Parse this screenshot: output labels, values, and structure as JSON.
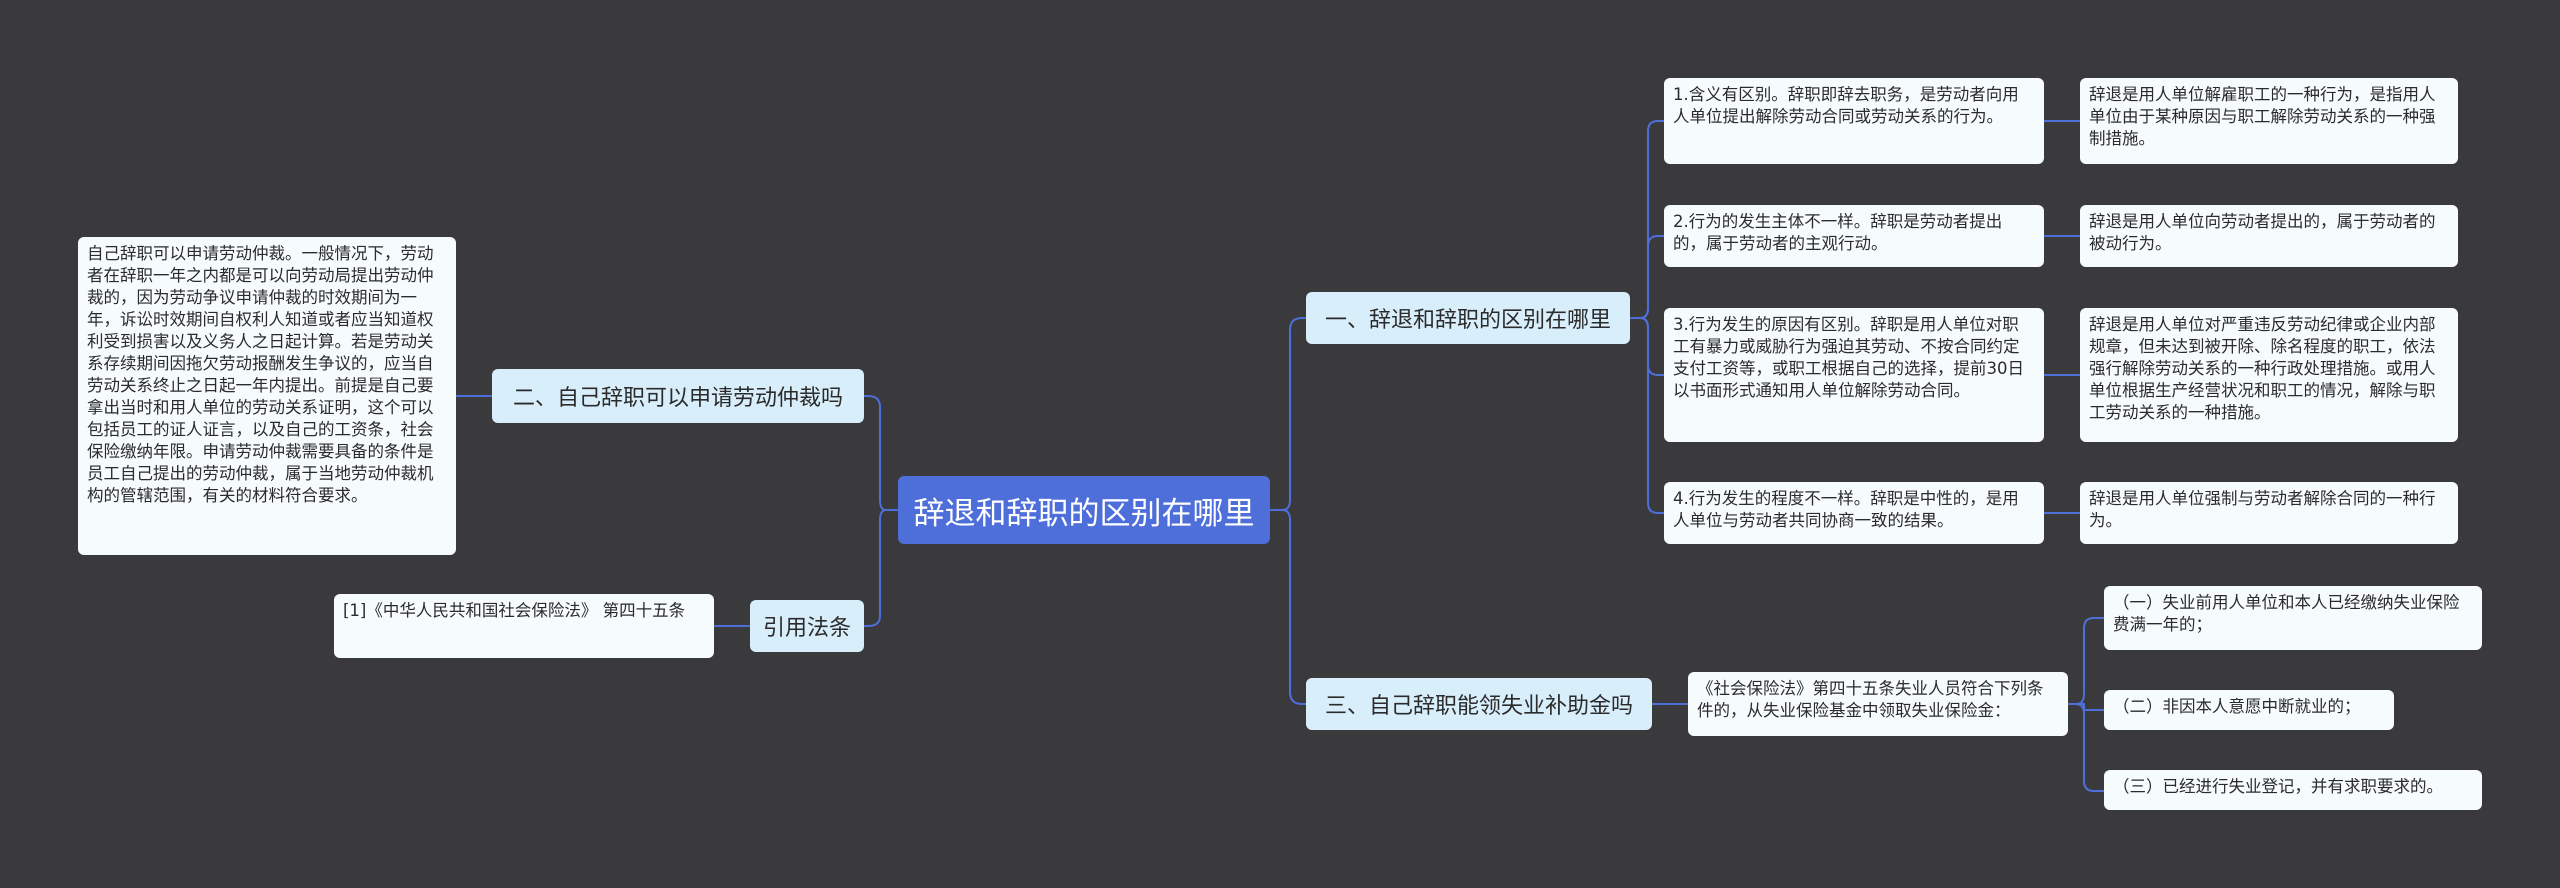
{
  "root": "辞退和辞职的区别在哪里",
  "branches": {
    "b1": "一、辞退和辞职的区别在哪里",
    "b2": "二、自己辞职可以申请劳动仲裁吗",
    "b3": "三、自己辞职能领失业补助金吗",
    "b4": "引用法条"
  },
  "b1_items": [
    {
      "left": "1.含义有区别。辞职即辞去职务，是劳动者向用人单位提出解除劳动合同或劳动关系的行为。",
      "right": "辞退是用人单位解雇职工的一种行为，是指用人单位由于某种原因与职工解除劳动关系的一种强制措施。"
    },
    {
      "left": "2.行为的发生主体不一样。辞职是劳动者提出的，属于劳动者的主观行动。",
      "right": "辞退是用人单位向劳动者提出的，属于劳动者的被动行为。"
    },
    {
      "left": "3.行为发生的原因有区别。辞职是用人单位对职工有暴力或威胁行为强迫其劳动、不按合同约定支付工资等，或职工根据自己的选择，提前30日以书面形式通知用人单位解除劳动合同。",
      "right": "辞退是用人单位对严重违反劳动纪律或企业内部规章，但未达到被开除、除名程度的职工，依法强行解除劳动关系的一种行政处理措施。或用人单位根据生产经营状况和职工的情况，解除与职工劳动关系的一种措施。"
    },
    {
      "left": "4.行为发生的程度不一样。辞职是中性的，是用人单位与劳动者共同协商一致的结果。",
      "right": "辞退是用人单位强制与劳动者解除合同的一种行为。"
    }
  ],
  "b2_text": "自己辞职可以申请劳动仲裁。一般情况下，劳动者在辞职一年之内都是可以向劳动局提出劳动仲裁的，因为劳动争议申请仲裁的时效期间为一年，诉讼时效期间自权利人知道或者应当知道权利受到损害以及义务人之日起计算。若是劳动关系存续期间因拖欠劳动报酬发生争议的，应当自劳动关系终止之日起一年内提出。前提是自己要拿出当时和用人单位的劳动关系证明，这个可以包括员工的证人证言，以及自己的工资条，社会保险缴纳年限。申请劳动仲裁需要具备的条件是员工自己提出的劳动仲裁，属于当地劳动仲裁机构的管辖范围，有关的材料符合要求。",
  "b3_mid": "《社会保险法》第四十五条失业人员符合下列条件的，从失业保险基金中领取失业保险金：",
  "b3_items": [
    "（一）失业前用人单位和本人已经缴纳失业保险费满一年的；",
    "（二）非因本人意愿中断就业的；",
    "（三）已经进行失业登记，并有求职要求的。"
  ],
  "b4_text": "[1]《中华人民共和国社会保险法》 第四十五条",
  "colors": {
    "background": "#3a393b",
    "root": "#4e6fd9",
    "branch": "#d9eefb",
    "leaf": "#f6fbfe",
    "link": "#4e6fd9"
  }
}
